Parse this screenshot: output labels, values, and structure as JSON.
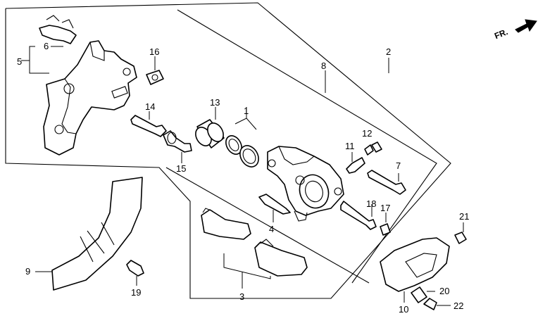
{
  "direction": {
    "label": "FR."
  },
  "callouts": [
    {
      "id": "c1",
      "text": "1"
    },
    {
      "id": "c2",
      "text": "2"
    },
    {
      "id": "c3",
      "text": "3"
    },
    {
      "id": "c4",
      "text": "4"
    },
    {
      "id": "c5",
      "text": "5"
    },
    {
      "id": "c6",
      "text": "6"
    },
    {
      "id": "c7",
      "text": "7"
    },
    {
      "id": "c8",
      "text": "8"
    },
    {
      "id": "c9",
      "text": "9"
    },
    {
      "id": "c10",
      "text": "10"
    },
    {
      "id": "c11",
      "text": "11"
    },
    {
      "id": "c12",
      "text": "12"
    },
    {
      "id": "c13",
      "text": "13"
    },
    {
      "id": "c14",
      "text": "14"
    },
    {
      "id": "c15",
      "text": "15"
    },
    {
      "id": "c16",
      "text": "16"
    },
    {
      "id": "c17",
      "text": "17"
    },
    {
      "id": "c18",
      "text": "18"
    },
    {
      "id": "c19",
      "text": "19"
    },
    {
      "id": "c20",
      "text": "20"
    },
    {
      "id": "c21",
      "text": "21"
    },
    {
      "id": "c22",
      "text": "22"
    }
  ]
}
